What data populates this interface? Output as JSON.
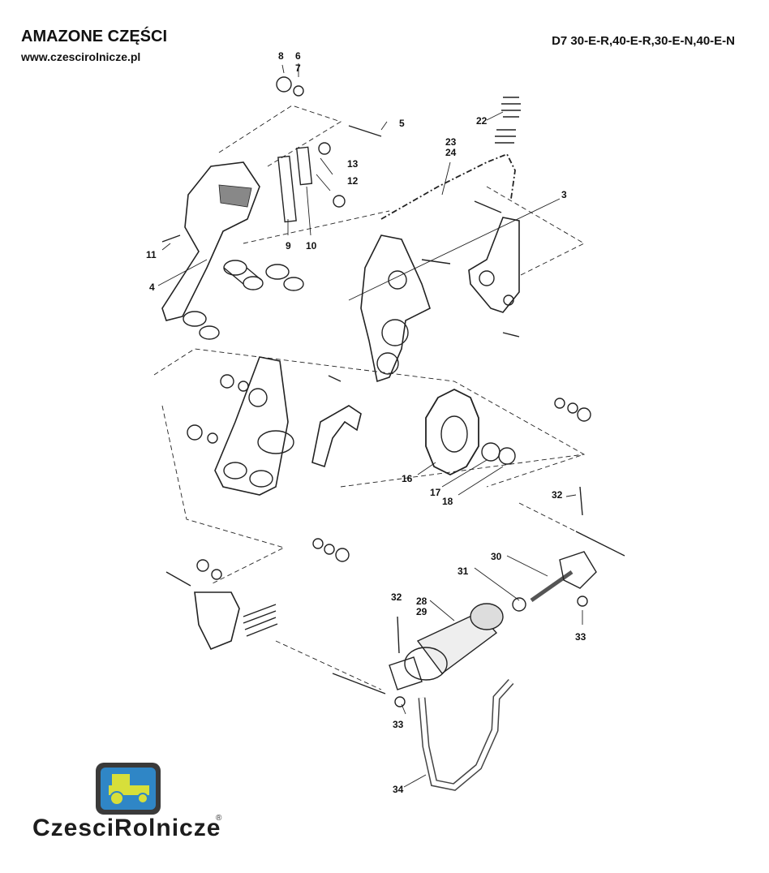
{
  "header": {
    "brand_title": "AMAZONE CZĘŚCI",
    "brand_url": "www.czescirolnicze.pl",
    "model_code": "D7 30-E-R,40-E-R,30-E-N,40-E-N"
  },
  "logo": {
    "text": "CzesciRolnicze",
    "reg_mark": "®",
    "colors": {
      "frame": "#3a3a3a",
      "sky": "#2f86c6",
      "tractor": "#d7df3a"
    }
  },
  "part_numbers": {
    "n3": "3",
    "n4": "4",
    "n5": "5",
    "n6": "6",
    "n7": "7",
    "n8": "8",
    "n9": "9",
    "n10": "10",
    "n11": "11",
    "n12": "12",
    "n13": "13",
    "n16": "16",
    "n17": "17",
    "n18": "18",
    "n22": "22",
    "n23": "23",
    "n24": "24",
    "n28": "28",
    "n29": "29",
    "n30": "30",
    "n31": "31",
    "n32a": "32",
    "n32b": "32",
    "n33a": "33",
    "n33b": "33",
    "n34": "34"
  }
}
